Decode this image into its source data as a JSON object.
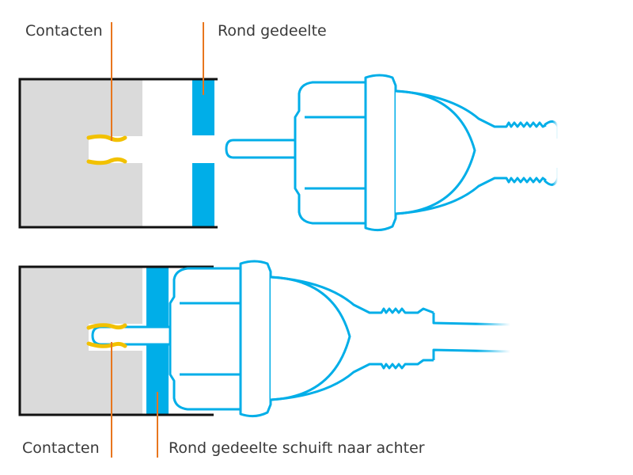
{
  "labels": {
    "top_contacts": "Contacten",
    "top_round_part": "Rond gedeelte",
    "bottom_contacts": "Contacten",
    "bottom_round_part": "Rond gedeelte schuift naar achter"
  },
  "colors": {
    "socket_gray": "#dadada",
    "outline": "#111111",
    "blue": "#00aee8",
    "contact_yellow": "#f2c100",
    "leader_orange": "#e8761e",
    "text": "#3a3a3a"
  },
  "panels": [
    "plug-separated",
    "plug-inserted"
  ]
}
